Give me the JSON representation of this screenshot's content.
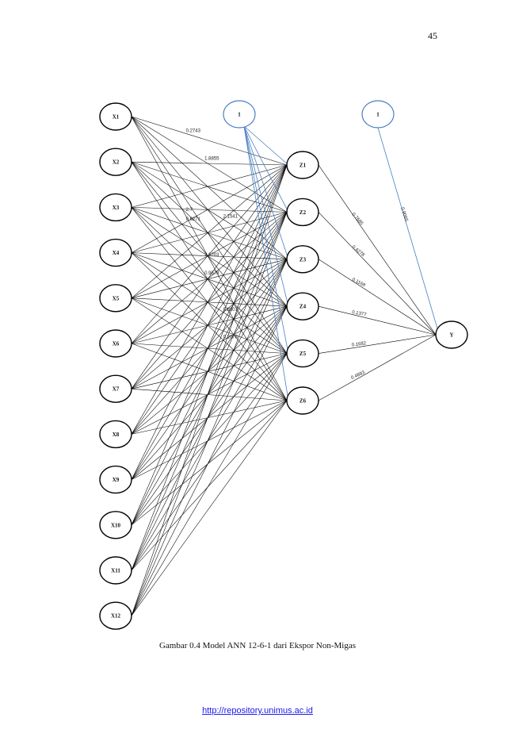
{
  "page_number": "45",
  "caption": "Gambar 0.4 Model ANN 12-6-1 dari Ekspor Non-Migas",
  "footer_link": "http://repository.unimus.ac.id",
  "colors": {
    "node_stroke": "#000000",
    "bias_stroke": "#4a7fc1",
    "bias_line": "#4a7fc1",
    "edge": "#000000"
  },
  "network": {
    "inputs": [
      "X1",
      "X2",
      "X3",
      "X4",
      "X5",
      "X6",
      "X7",
      "X8",
      "X9",
      "X10",
      "X11",
      "X12"
    ],
    "hidden": [
      "Z1",
      "Z2",
      "Z3",
      "Z4",
      "Z5",
      "Z6"
    ],
    "output": "Y",
    "bias_hidden": "1",
    "bias_output": "1",
    "input_weights_visible": [
      {
        "from": 0,
        "label": "0.2743"
      },
      {
        "from": 0,
        "label": "1.8855"
      },
      {
        "from": 1,
        "label": "2.1541"
      },
      {
        "from": 1,
        "label": "2.7"
      },
      {
        "from": 2,
        "label": "0.9678"
      },
      {
        "from": 3,
        "label": "0.2078"
      },
      {
        "from": 3,
        "label": "0.6271"
      },
      {
        "from": 4,
        "label": "2.6203"
      },
      {
        "from": 6,
        "label": "0.8007"
      }
    ],
    "hidden_output_weights": [
      "0.7685",
      "0.4278",
      "0.1168",
      "0.1377",
      "0.1682",
      "0.4893"
    ],
    "bias_output_weight": "0.9065"
  }
}
